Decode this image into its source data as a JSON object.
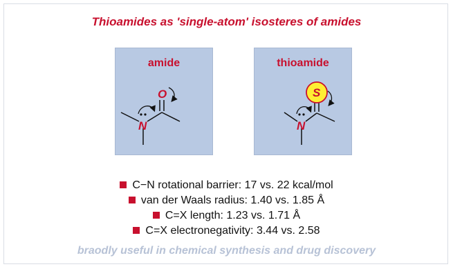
{
  "title": "Thioamides as 'single-atom' isosteres of amides",
  "panels": {
    "amide": {
      "label": "amide",
      "heteroatom": "O",
      "nitrogen": "N"
    },
    "thioamide": {
      "label": "thioamide",
      "heteroatom": "S",
      "nitrogen": "N"
    }
  },
  "bullets": [
    "C−N rotational barrier: 17 vs. 22 kcal/mol",
    "van der Waals radius: 1.40 vs. 1.85 Å",
    "C=X length: 1.23 vs. 1.71 Å",
    "C=X electronegativity: 3.44 vs. 2.58"
  ],
  "footer": "braodly useful in chemical synthesis and drug discovery",
  "colors": {
    "accent": "#c8102e",
    "panel": "#b8c9e3",
    "sulfur_fill": "#ffee33",
    "footer": "#b7c2d6"
  },
  "icons": {
    "bullet": "red-square-icon",
    "arrow": "curved-arrow-icon"
  }
}
